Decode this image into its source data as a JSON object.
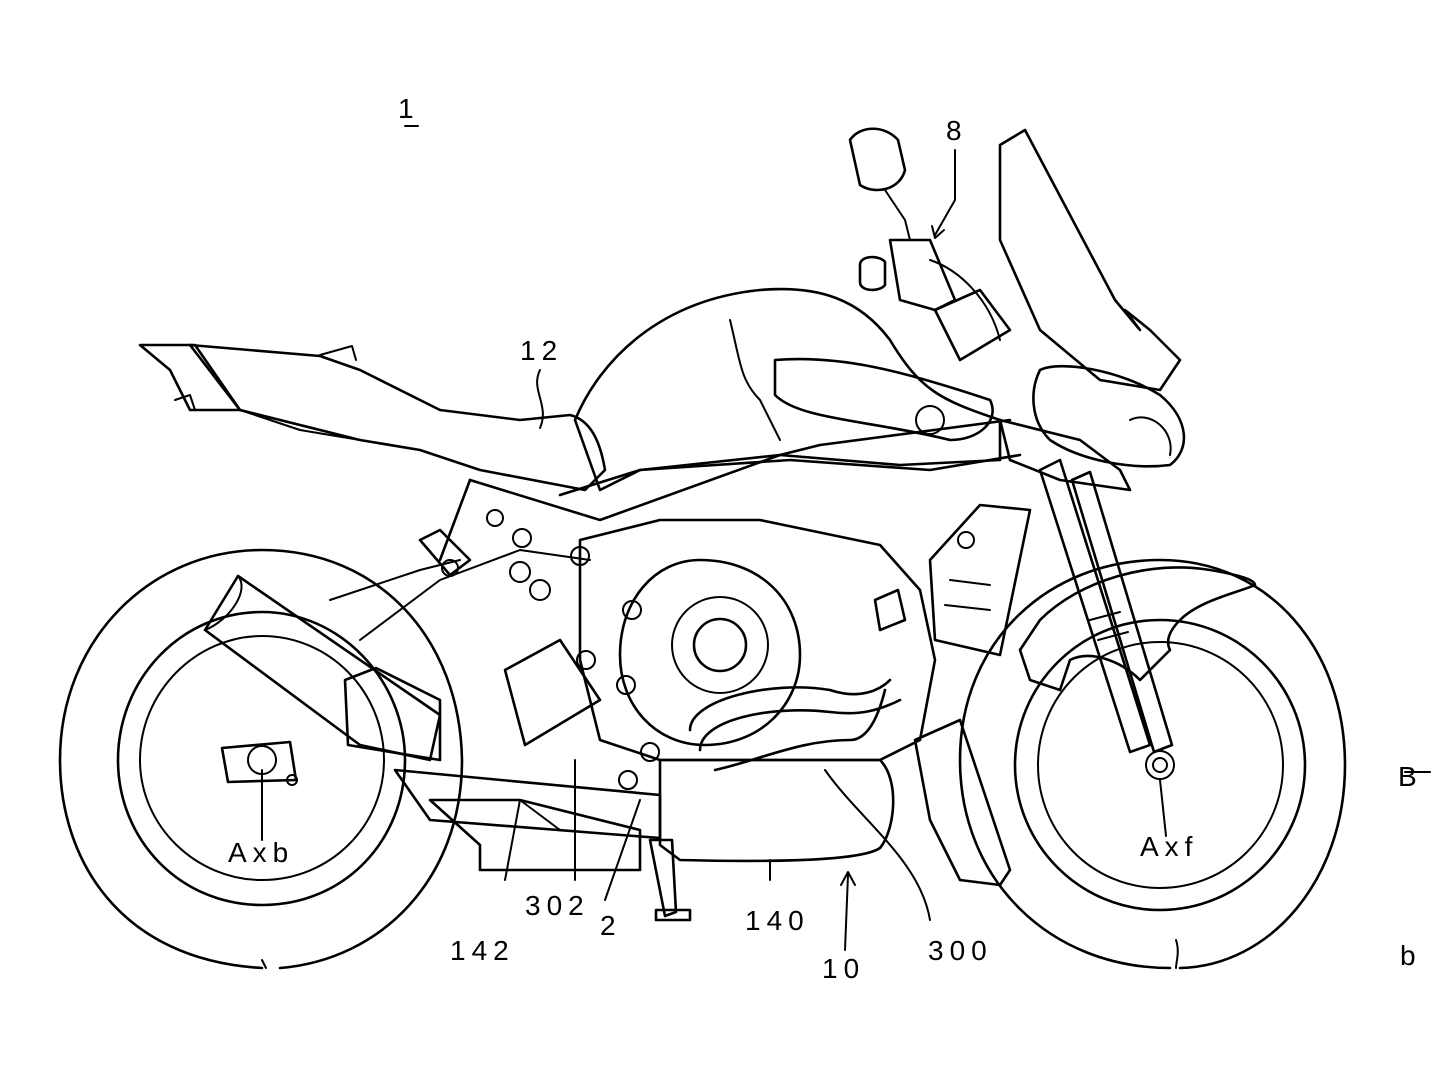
{
  "figure": {
    "figure_ref": "1",
    "reference_labels": {
      "handlebar": "8",
      "seat": "12",
      "rear_axle": "Axb",
      "front_axle": "Axf",
      "lower_cover_rear": "142",
      "side_part": "302",
      "engine": "2",
      "lower_cover": "140",
      "vehicle": "10",
      "bracket": "300",
      "edge_B": "B",
      "edge_b": "b"
    }
  }
}
